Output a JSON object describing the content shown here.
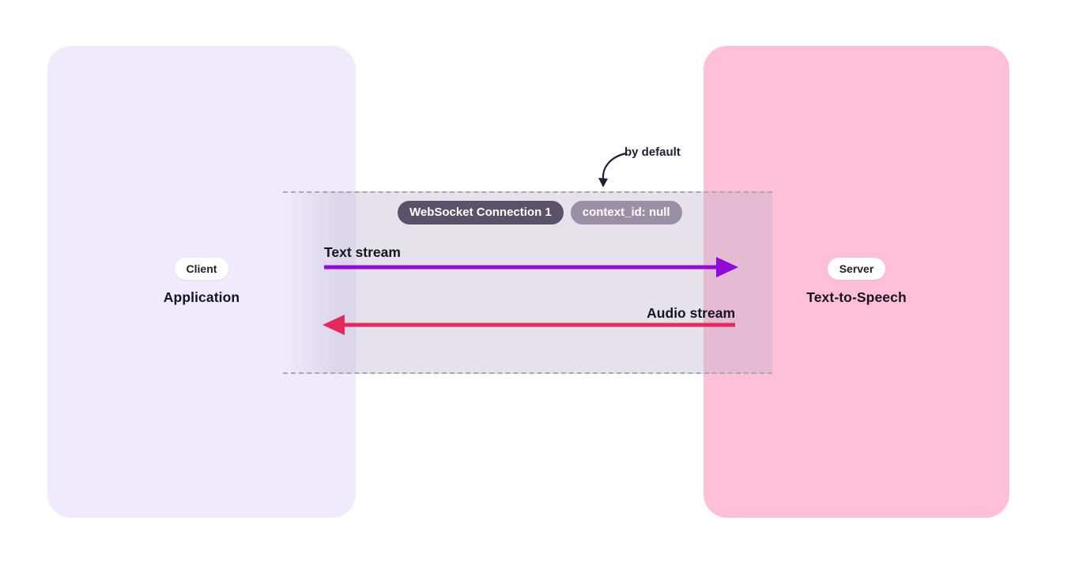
{
  "colors": {
    "page_bg": "#FFFFFF",
    "client_panel_bg": "#EFEBFC",
    "server_panel_bg": "#FFBFD6",
    "band_dash": "#ABA6B5",
    "websocket_badge_bg": "#5B5168",
    "context_badge_bg": "#9A8FA5",
    "text_stream_arrow": "#9209DC",
    "audio_stream_arrow": "#E22A5C",
    "annotation_ink": "#211D36"
  },
  "client_panel": {
    "badge": "Client",
    "title": "Application"
  },
  "server_panel": {
    "badge": "Server",
    "title": "Text-to-Speech"
  },
  "band": {
    "websocket_badge": "WebSocket Connection 1",
    "context_badge": "context_id: null",
    "text_stream_label": "Text stream",
    "audio_stream_label": "Audio stream"
  },
  "annotation": {
    "label": "by default"
  }
}
